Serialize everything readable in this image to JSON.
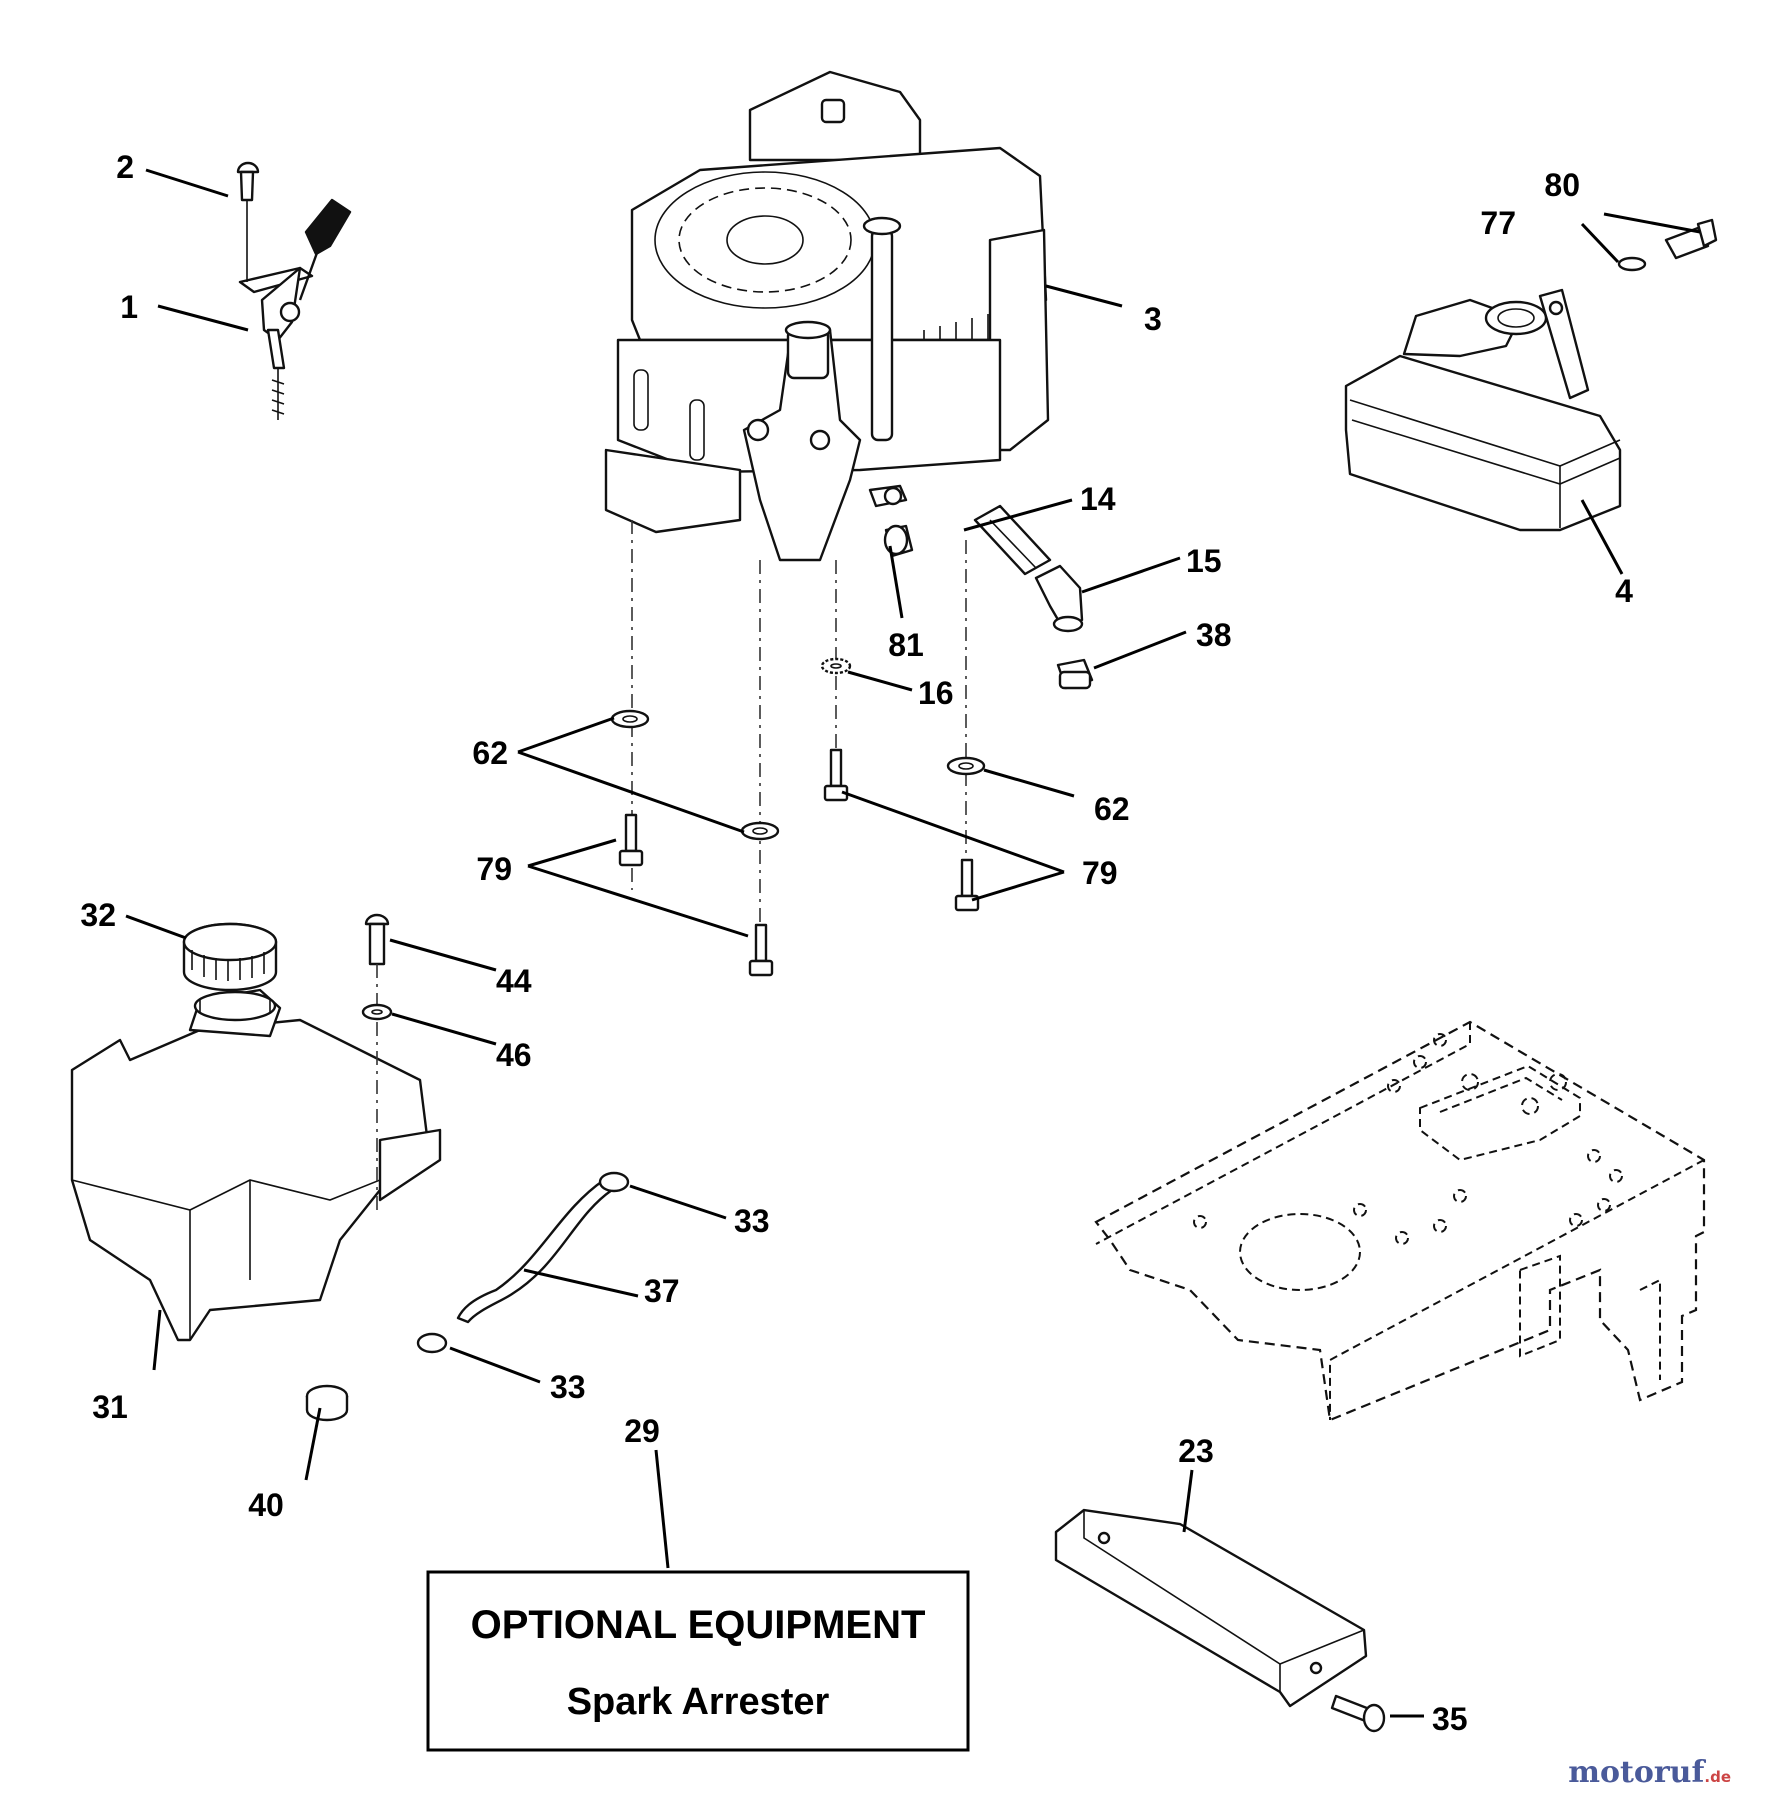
{
  "diagram": {
    "part_labels": [
      "1",
      "2",
      "3",
      "4",
      "14",
      "15",
      "16",
      "23",
      "29",
      "31",
      "32",
      "33",
      "35",
      "37",
      "38",
      "40",
      "44",
      "46",
      "62",
      "77",
      "79",
      "80",
      "81"
    ],
    "callouts": {
      "p1": "1",
      "p2": "2",
      "p3": "3",
      "p4": "4",
      "p14": "14",
      "p15": "15",
      "p16": "16",
      "p23": "23",
      "p29": "29",
      "p31": "31",
      "p32": "32",
      "p33a": "33",
      "p33b": "33",
      "p35": "35",
      "p37": "37",
      "p38": "38",
      "p40": "40",
      "p44": "44",
      "p46": "46",
      "p62a": "62",
      "p62b": "62",
      "p77": "77",
      "p79a": "79",
      "p79b": "79",
      "p80": "80",
      "p81": "81"
    },
    "optional_box": {
      "title": "OPTIONAL EQUIPMENT",
      "subtitle": "Spark Arrester"
    }
  },
  "watermark": {
    "text": "motoruf",
    "suffix": ".de",
    "color": "#4a5a9a"
  }
}
